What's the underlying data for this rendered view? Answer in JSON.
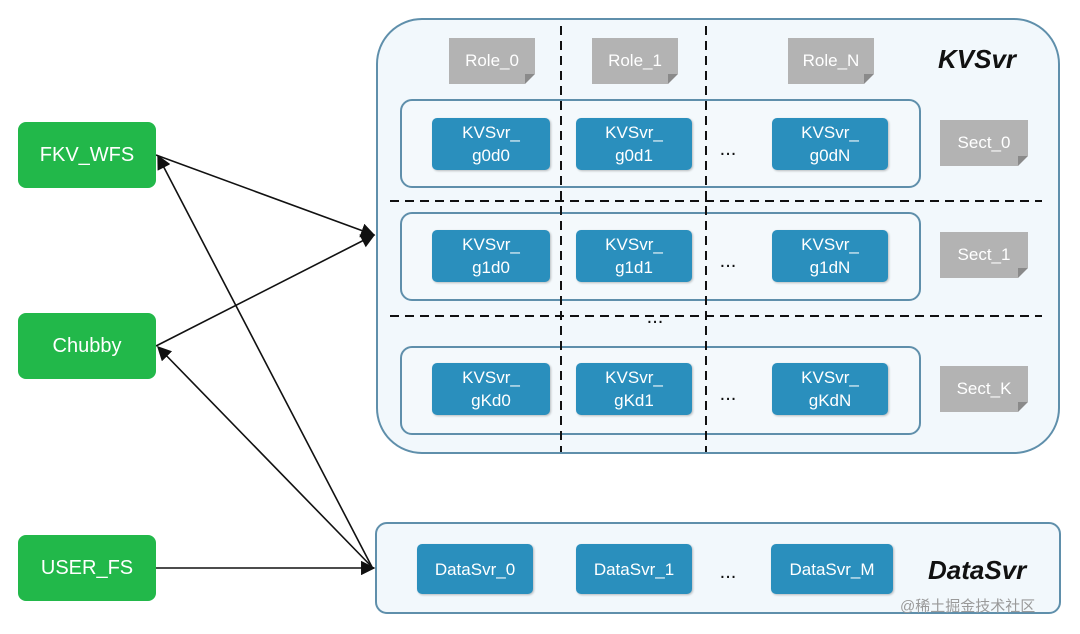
{
  "clients": [
    "FKV_WFS",
    "Chubby",
    "USER_FS"
  ],
  "kvsvr": {
    "title": "KVSvr",
    "roles": [
      "Role_0",
      "Role_1",
      "Role_N"
    ],
    "sections": [
      {
        "label": "Sect_0",
        "nodes": [
          [
            "KVSvr_",
            "g0d0"
          ],
          [
            "KVSvr_",
            "g0d1"
          ],
          [
            "KVSvr_",
            "g0dN"
          ]
        ]
      },
      {
        "label": "Sect_1",
        "nodes": [
          [
            "KVSvr_",
            "g1d0"
          ],
          [
            "KVSvr_",
            "g1d1"
          ],
          [
            "KVSvr_",
            "g1dN"
          ]
        ]
      },
      {
        "label": "Sect_K",
        "nodes": [
          [
            "KVSvr_",
            "gKd0"
          ],
          [
            "KVSvr_",
            "gKd1"
          ],
          [
            "KVSvr_",
            "gKdN"
          ]
        ]
      }
    ],
    "ellipsis": "..."
  },
  "datasvr": {
    "title": "DataSvr",
    "nodes": [
      "DataSvr_0",
      "DataSvr_1",
      "DataSvr_M"
    ],
    "ellipsis": "..."
  },
  "watermark": "@稀土掘金技术社区"
}
